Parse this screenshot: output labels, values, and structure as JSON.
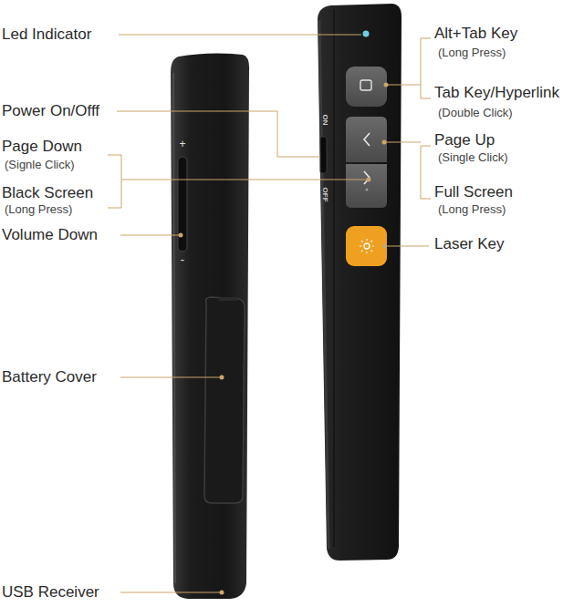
{
  "diagram": {
    "labels": [
      "Led Indicator",
      "Power On/Offf",
      "Page Down",
      "(Signle Click)",
      "Black Screen",
      "(Long Press)",
      "Volume Down",
      "Battery Cover",
      "USB Receiver",
      "Alt+Tab Key",
      "(Long Press)",
      "Tab Key/Hyperlink",
      "(Double Click)",
      "Page Up",
      "(Single Click)",
      "Full Screen",
      "(Long Press)",
      "Laser Key",
      "+",
      "-",
      "ON",
      "OFF"
    ]
  }
}
